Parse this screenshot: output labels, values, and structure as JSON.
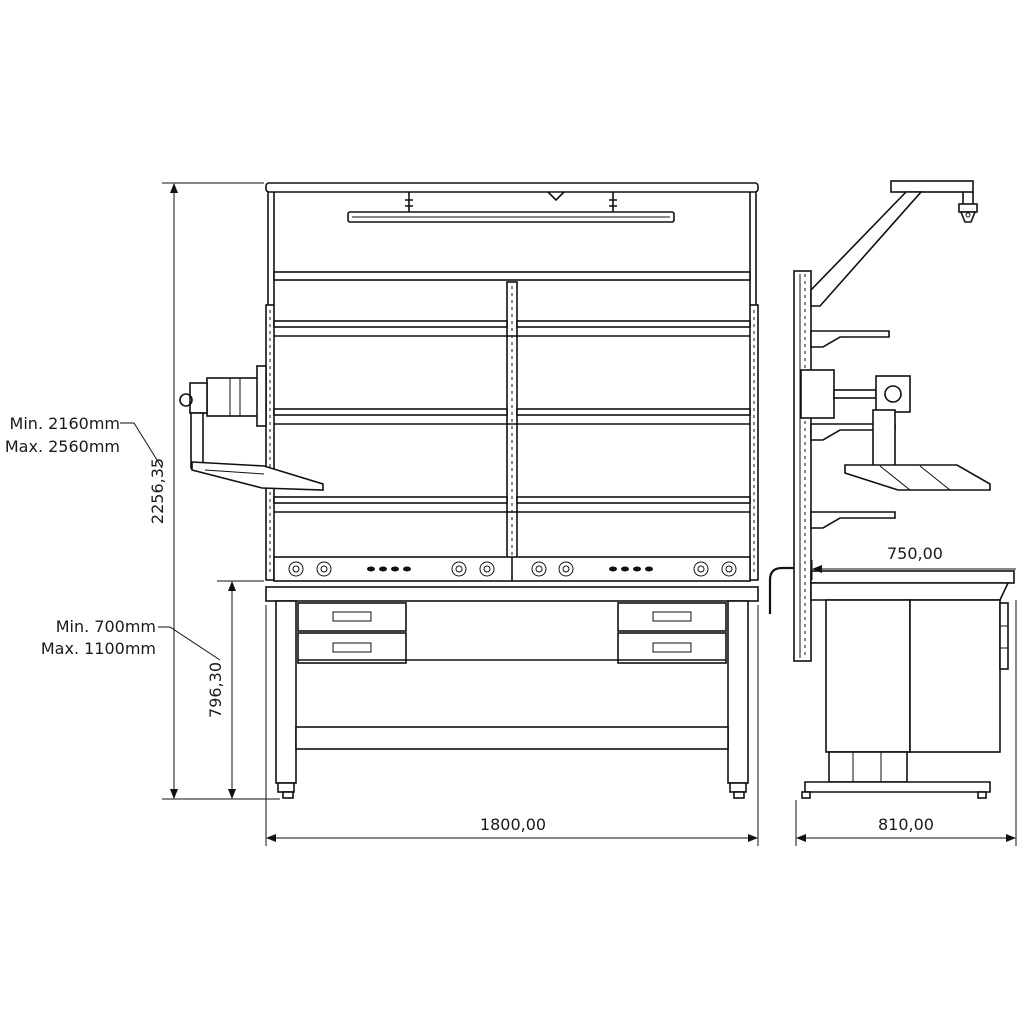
{
  "colors": {
    "line": "#111111",
    "background": "#ffffff"
  },
  "dimensions": {
    "width_front": "1800,00",
    "depth_side": "810,00",
    "desk_depth": "750,00",
    "total_height": "2256,35",
    "desk_height": "796,30"
  },
  "annotations": {
    "total_height_min": "Min. 2160mm",
    "total_height_max": "Max. 2560mm",
    "desk_height_min": "Min. 700mm",
    "desk_height_max": "Max. 1100mm"
  }
}
